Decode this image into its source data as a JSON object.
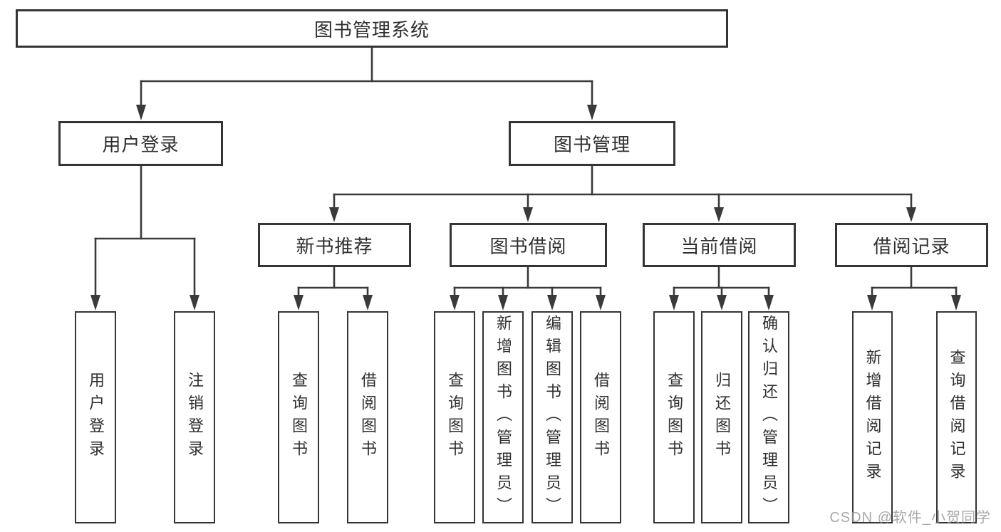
{
  "diagram": {
    "root": {
      "label": "图书管理系统"
    },
    "branches": [
      {
        "label": "用户登录",
        "children": [
          {
            "label": "用户登录"
          },
          {
            "label": "注销登录"
          }
        ]
      },
      {
        "label": "图书管理",
        "children": [
          {
            "label": "新书推荐",
            "children": [
              {
                "label": "查询图书"
              },
              {
                "label": "借阅图书"
              }
            ]
          },
          {
            "label": "图书借阅",
            "children": [
              {
                "label": "查询图书"
              },
              {
                "label": "新增图书（管理员）"
              },
              {
                "label": "编辑图书（管理员）"
              },
              {
                "label": "借阅图书"
              }
            ]
          },
          {
            "label": "当前借阅",
            "children": [
              {
                "label": "查询图书"
              },
              {
                "label": "归还图书"
              },
              {
                "label": "确认归还（管理员）"
              }
            ]
          },
          {
            "label": "借阅记录",
            "children": [
              {
                "label": "新增借阅记录"
              },
              {
                "label": "查询借阅记录"
              }
            ]
          }
        ]
      }
    ]
  },
  "watermark": {
    "text": "CSDN @软件_小贺同学"
  },
  "colors": {
    "line": "#3a3a3a",
    "box_border": "#343434",
    "box_background": "#ffffff",
    "text": "#2f2f2f",
    "watermark": "#949494"
  }
}
